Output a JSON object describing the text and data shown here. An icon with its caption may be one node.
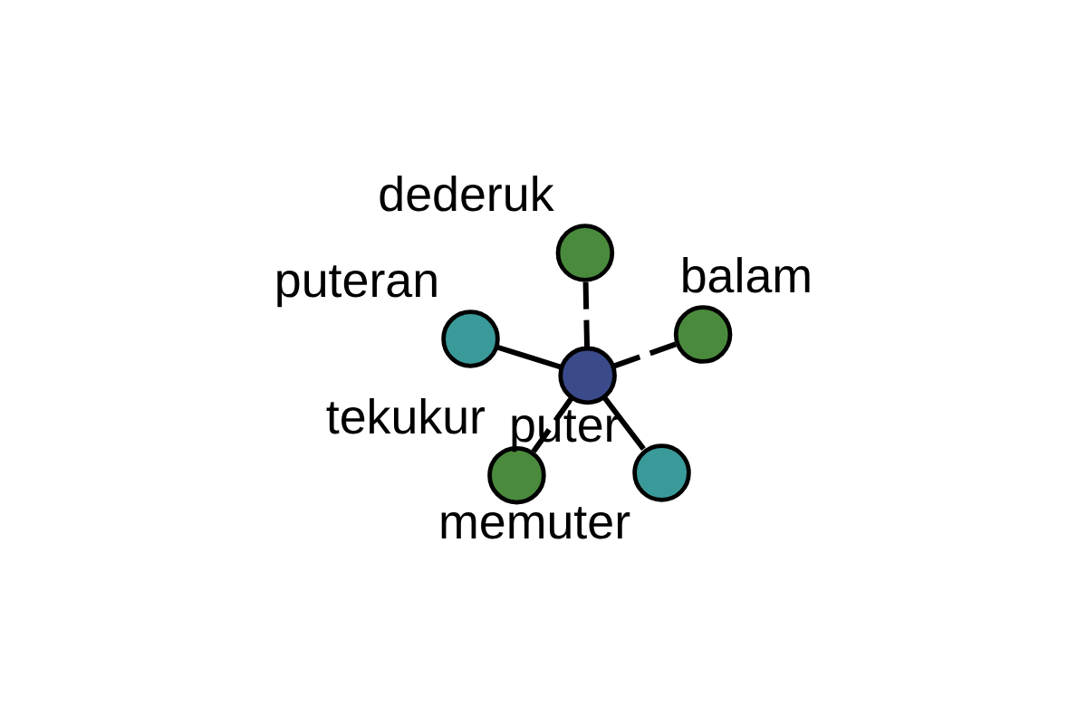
{
  "diagram": {
    "nodes": [
      {
        "text": [],
        "shape": "circle",
        "beside": [
          "tekukur"
        ]
      },
      {
        "text": [],
        "shape": "circle",
        "beside": [
          "memuter"
        ]
      },
      {
        "text": [],
        "shape": "circle",
        "beside": [
          "puter"
        ]
      },
      {
        "text": [],
        "shape": "circle",
        "beside": [
          "dederuk"
        ]
      },
      {
        "text": [],
        "shape": "circle",
        "beside": [
          "balam"
        ]
      },
      {
        "text": [],
        "shape": "circle",
        "beside": [
          "puteran"
        ]
      }
    ],
    "edges": [
      {
        "from": 2,
        "to": 0,
        "arrow": "none",
        "style": "dashed"
      },
      {
        "from": 2,
        "to": 1,
        "arrow": "none"
      },
      {
        "from": 2,
        "to": 3,
        "arrow": "none",
        "style": "dashed"
      },
      {
        "from": 2,
        "to": 4,
        "arrow": "none",
        "style": "dashed"
      },
      {
        "from": 2,
        "to": 5,
        "arrow": "none"
      }
    ]
  }
}
